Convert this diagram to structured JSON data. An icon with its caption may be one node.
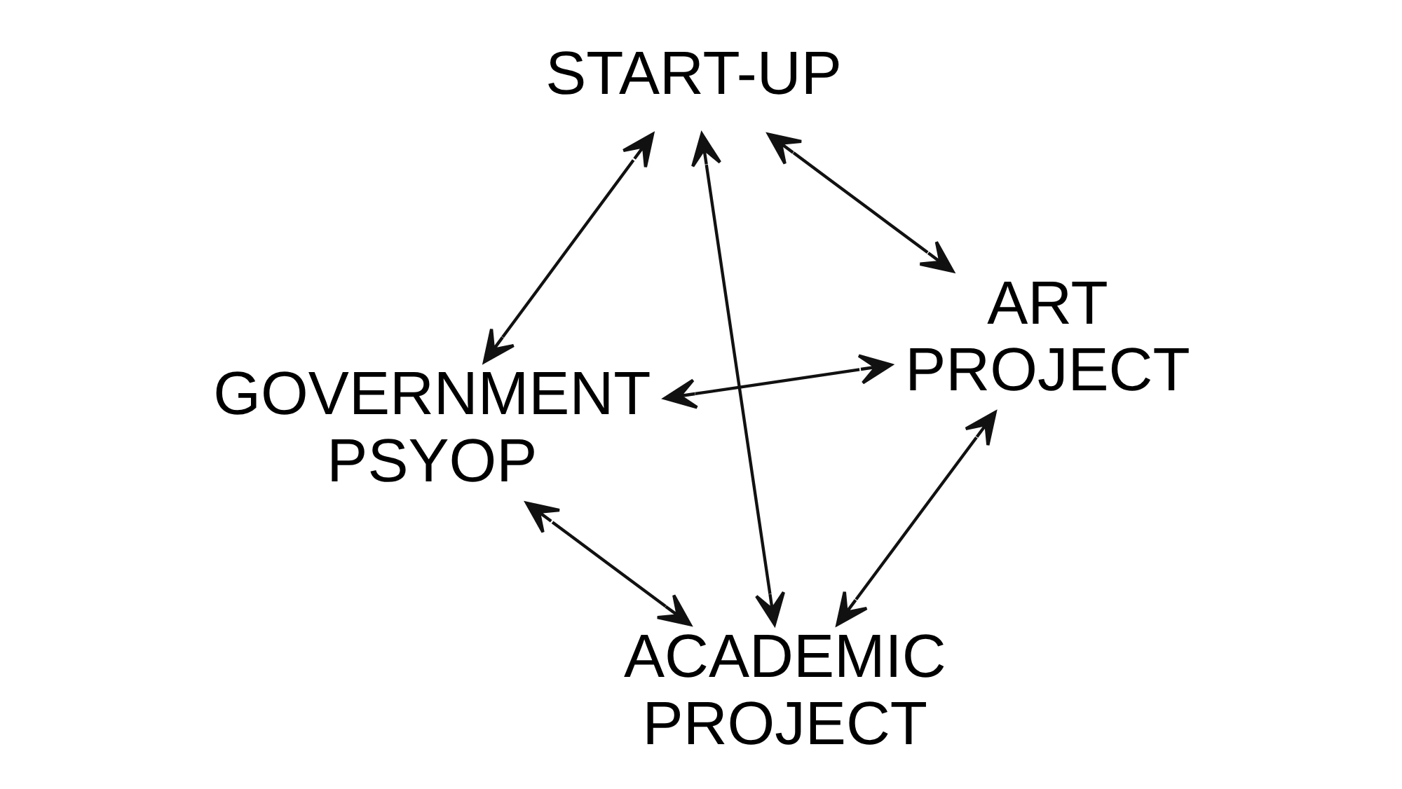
{
  "diagram": {
    "nodes": [
      {
        "text": [
          "GOVERNMENT PSYOP"
        ]
      },
      {
        "text": [
          "ART PROJECT"
        ]
      },
      {
        "text": [
          "ACADEMIC PROJECT"
        ]
      },
      {
        "text": [
          "START-UP"
        ]
      }
    ],
    "edges": [
      {
        "from": 0,
        "to": 1,
        "arrow": "both"
      },
      {
        "from": 0,
        "to": 2,
        "arrow": "both"
      },
      {
        "from": 0,
        "to": 3,
        "arrow": "both"
      },
      {
        "from": 1,
        "to": 2,
        "arrow": "both"
      },
      {
        "from": 1,
        "to": 3,
        "arrow": "both"
      },
      {
        "from": 2,
        "to": 3,
        "arrow": "both"
      }
    ]
  }
}
